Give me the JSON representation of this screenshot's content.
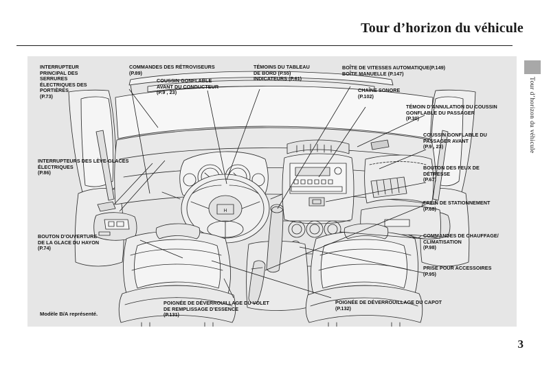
{
  "header": {
    "title": "Tour d’horizon du véhicule"
  },
  "side_tab": {
    "label": "Tour d’horizon du véhicule"
  },
  "page": {
    "number": "3",
    "footnote": "Modèle B/A représenté.",
    "background_color": "#ffffff",
    "panel_color": "#e6e6e6",
    "tab_color": "#a8a8a8",
    "text_color": "#121212"
  },
  "callouts": [
    {
      "id": "interrupteur-principal-serrures",
      "text": "INTERRUPTEUR\nPRINCIPAL DES\nSERRURES\nÉLECTRIQUES DES\nPORTIÈRES\n(P.73)"
    },
    {
      "id": "commandes-retroviseurs",
      "text": "COMMANDES DES RÉTROVISEURS\n(P.89)"
    },
    {
      "id": "coussin-gonflable-conducteur",
      "text": "COUSSIN GONFLABLE\nAVANT DU CONDUCTEUR\n(P.9 , 23)"
    },
    {
      "id": "temoins-tableau-de-bord",
      "text": "TÉMOINS DU TABLEAU\nDE BORD  (P.55)\nINDICATEURS (P.61)"
    },
    {
      "id": "boite-de-vitesses",
      "text": "BOÎTE DE VITESSES AUTOMATIQUE(P.149)\nBOÎTE MANUELLE  (P.147)"
    },
    {
      "id": "chaine-sonore",
      "text": "CHAÎNE SONORE\n(P.102)"
    },
    {
      "id": "temoin-annulation-coussin-passager",
      "text": "TÉMOIN D’ANNULATION DU COUSSIN\nGONFLABLE DU PASSAGER\n(P.30)"
    },
    {
      "id": "coussin-gonflable-passager-avant",
      "text": "COUSSIN GONFLABLE DU\nPASSAGER AVANT\n(P.9 , 23)"
    },
    {
      "id": "bouton-feux-de-detresse",
      "text": "BOUTON DES FEUX DE\nDÉTRESSE\n(P.67)"
    },
    {
      "id": "interrupteurs-leve-glaces",
      "text": "INTERRUPTEURS DES LÈVE-GLACES\nÉLECTRIQUES\n(P.86)"
    },
    {
      "id": "frein-de-stationnement",
      "text": "FREIN DE STATIONNEMENT\n(P.68)"
    },
    {
      "id": "commandes-chauffage-climatisation",
      "text": "COMMANDES DE CHAUFFAGE/\nCLIMATISATION\n(P.98)"
    },
    {
      "id": "prise-pour-accessoires",
      "text": "PRISE POUR ACCESSOIRES\n(P.95)"
    },
    {
      "id": "bouton-ouverture-glace-hayon",
      "text": "BOUTON D’OUVERTURE\nDE LA GLACE DU HAYON\n(P.74)"
    },
    {
      "id": "poignee-deverrouillage-volet-essence",
      "text": "POIGNÉE DE DÉVERROUILLAGE DU VOLET\nDE REMPLISSAGE D’ESSENCE\n(P.131)"
    },
    {
      "id": "poignee-deverrouillage-capot",
      "text": "POIGNÉE DE DÉVERROUILLAGE DU CAPOT\n(P.132)"
    }
  ]
}
